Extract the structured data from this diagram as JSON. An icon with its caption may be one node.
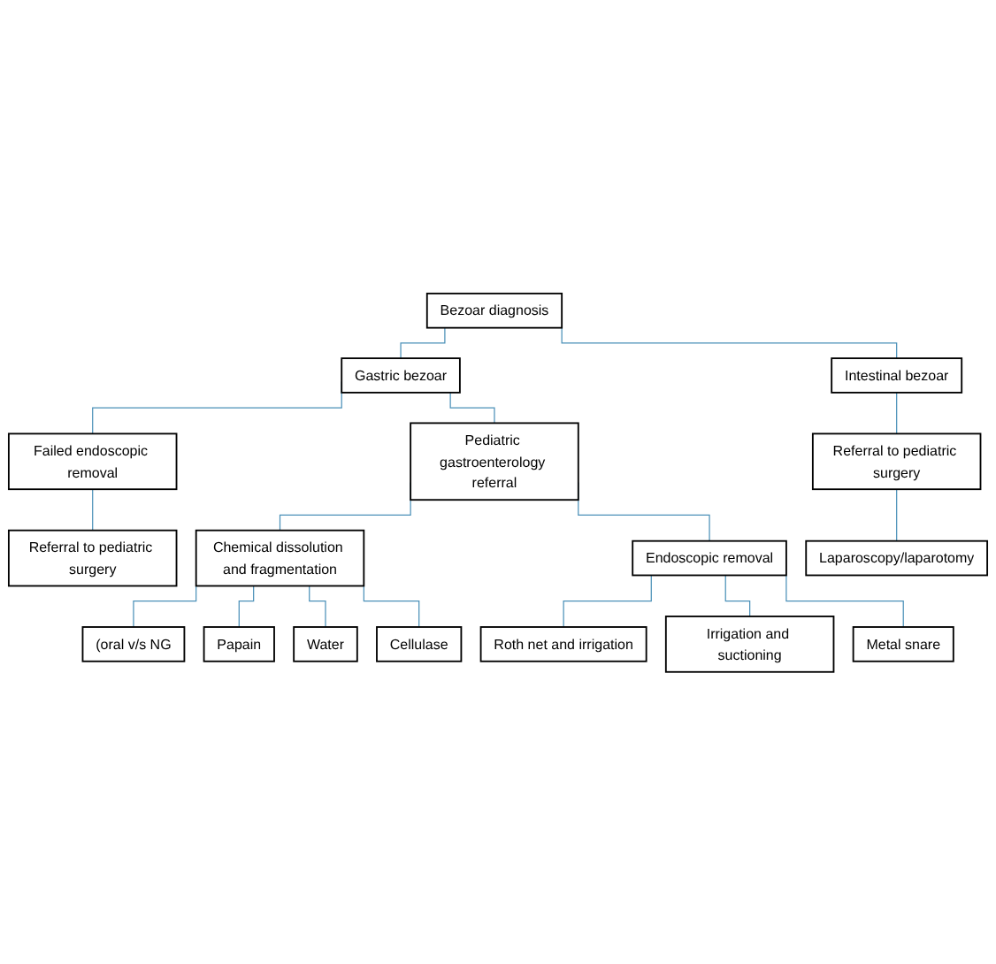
{
  "diagram": {
    "nodes": [
      {
        "text": [
          "Bezoar diagnosis"
        ]
      },
      {
        "text": [
          "Gastric bezoar"
        ]
      },
      {
        "text": [
          "Intestinal bezoar"
        ]
      },
      {
        "text": [
          "Failed endoscopic removal"
        ]
      },
      {
        "text": [
          "Pediatric gastroenterology referral"
        ]
      },
      {
        "text": [
          "Referral to pediatric surgery"
        ]
      },
      {
        "text": [
          "Referral to pediatric surgery"
        ]
      },
      {
        "text": [
          "Laparoscopy/laparotomy"
        ]
      },
      {
        "text": [
          "Chemical dissolution and fragmentation"
        ]
      },
      {
        "text": [
          "Endoscopic removal"
        ]
      },
      {
        "text": [
          "(oral v/s NG"
        ]
      },
      {
        "text": [
          "Papain"
        ]
      },
      {
        "text": [
          "Water"
        ]
      },
      {
        "text": [
          "Cellulase"
        ]
      },
      {
        "text": [
          "Roth net and irrigation"
        ]
      },
      {
        "text": [
          "Irrigation and suctioning"
        ]
      },
      {
        "text": [
          "Metal snare"
        ]
      }
    ],
    "edges": [
      {
        "from": 0,
        "to": 1,
        "arrow": "none"
      },
      {
        "from": 0,
        "to": 2,
        "arrow": "none"
      },
      {
        "from": 1,
        "to": 3,
        "arrow": "none"
      },
      {
        "from": 1,
        "to": 4,
        "arrow": "none"
      },
      {
        "from": 3,
        "to": 5,
        "arrow": "none"
      },
      {
        "from": 2,
        "to": 6,
        "arrow": "none"
      },
      {
        "from": 6,
        "to": 7,
        "arrow": "none"
      },
      {
        "from": 4,
        "to": 8,
        "arrow": "none"
      },
      {
        "from": 4,
        "to": 9,
        "arrow": "none"
      },
      {
        "from": 8,
        "to": 10,
        "arrow": "none"
      },
      {
        "from": 8,
        "to": 11,
        "arrow": "none"
      },
      {
        "from": 8,
        "to": 12,
        "arrow": "none"
      },
      {
        "from": 8,
        "to": 13,
        "arrow": "none"
      },
      {
        "from": 9,
        "to": 14,
        "arrow": "none"
      },
      {
        "from": 9,
        "to": 15,
        "arrow": "none"
      },
      {
        "from": 9,
        "to": 16,
        "arrow": "none"
      }
    ]
  }
}
